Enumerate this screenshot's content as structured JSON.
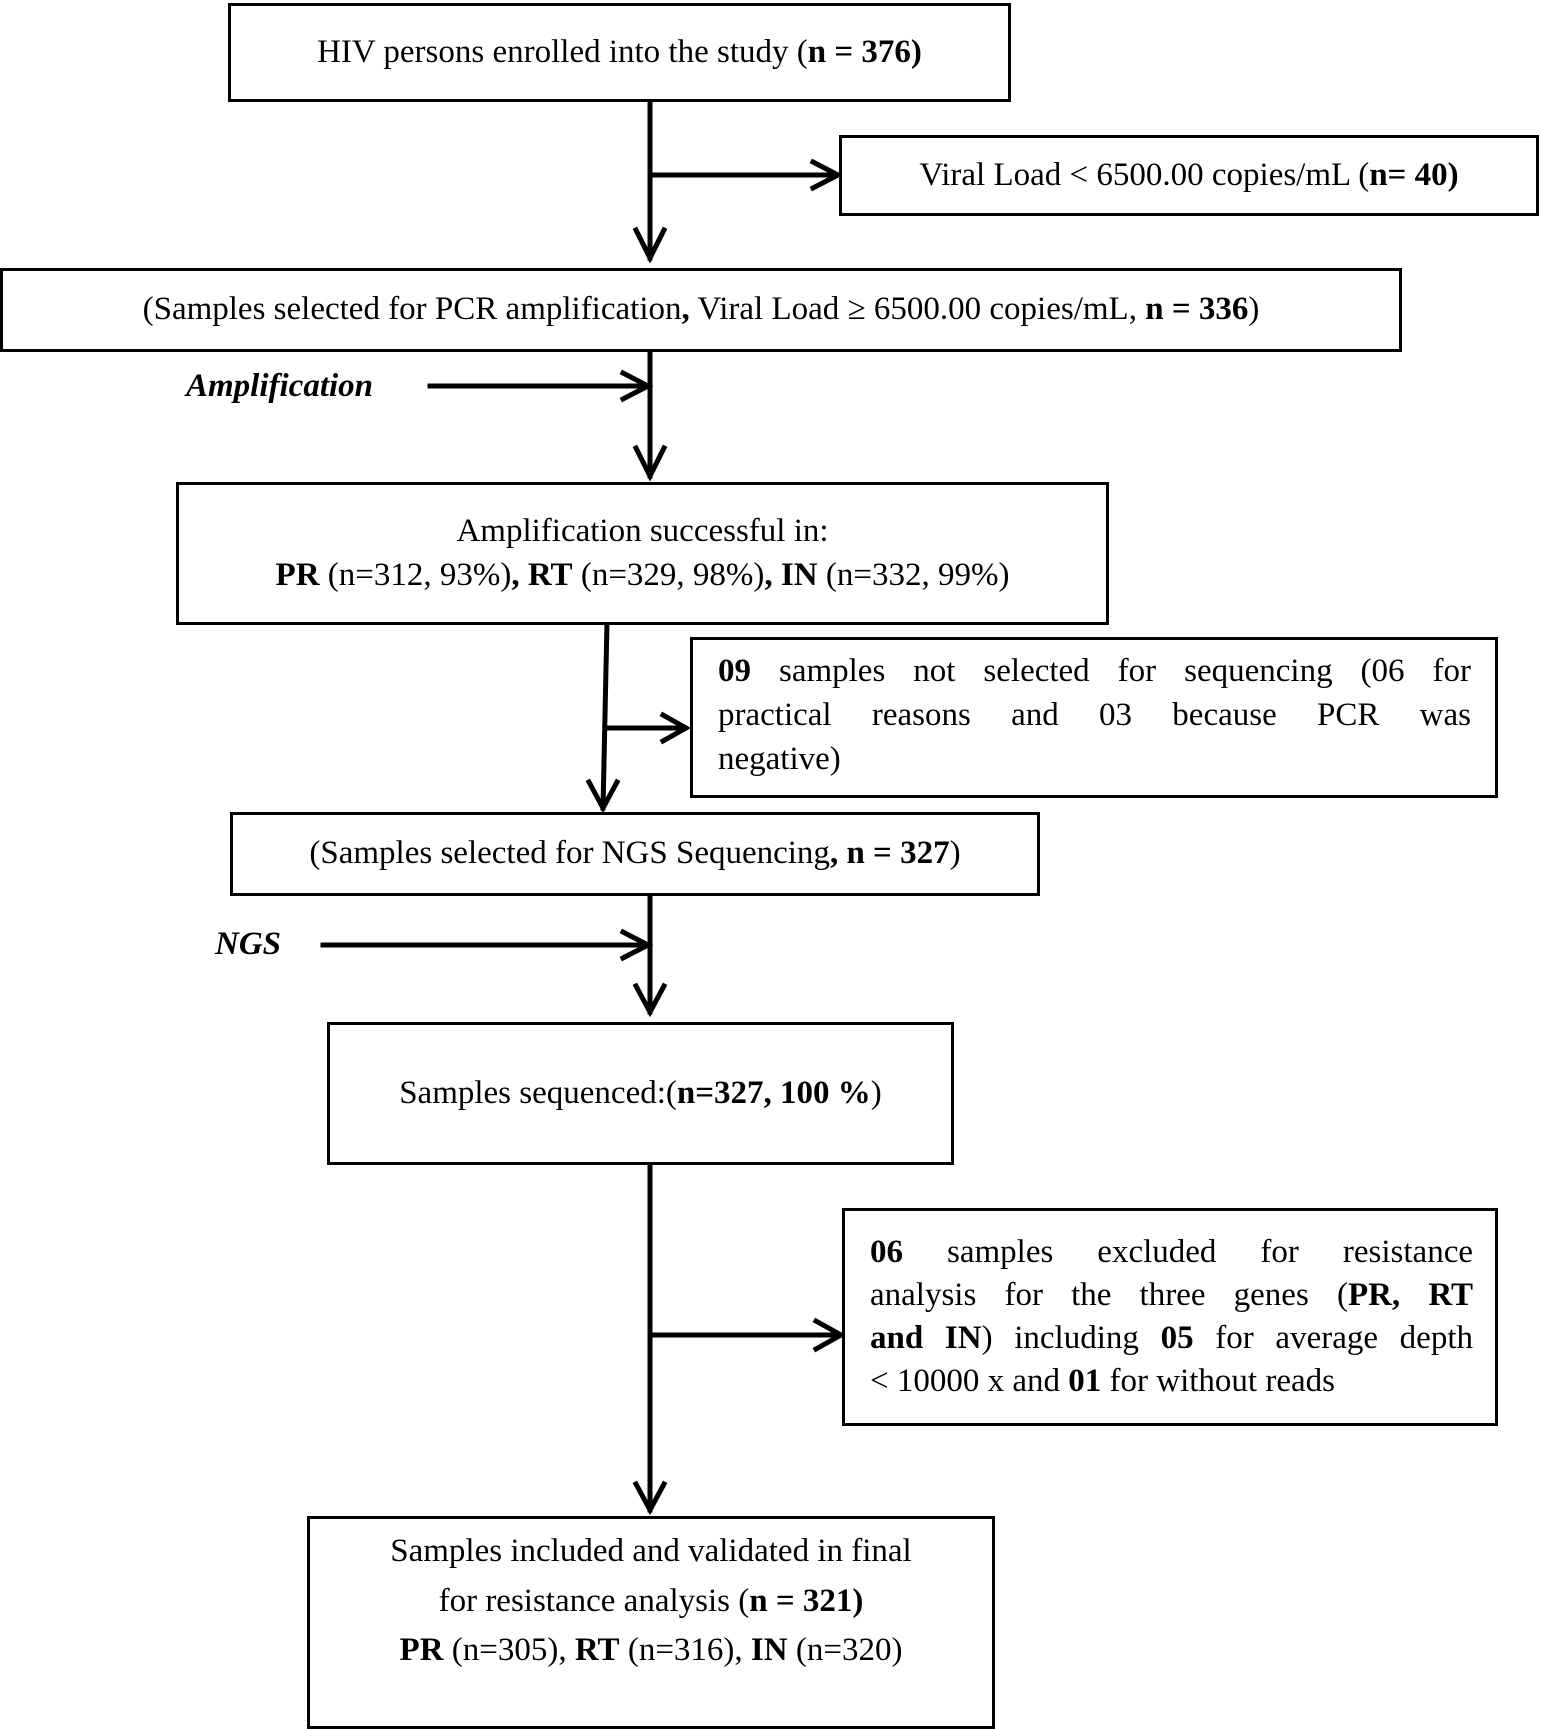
{
  "enrolled": {
    "text": "HIV persons enrolled into the study (",
    "n": "n = 376)"
  },
  "viral_low": {
    "text": "Viral Load < 6500.00 copies/mL (",
    "n": "n= 40)"
  },
  "pcr_selected": {
    "pre": "(Samples selected for PCR amplification",
    "comma": ",",
    "mid": " Viral Load ",
    "ge": "≥",
    "mid2": " 6500.00 copies/mL, ",
    "n": "n = 336",
    "post": ")"
  },
  "amplification_label": "Amplification",
  "amplification_result": {
    "line1": "Amplification successful in:",
    "pr": "PR",
    "pr_val": " (n=312, 93%)",
    "sep1": ", RT",
    "rt_val": " (n=329, 98%)",
    "sep2": ", IN",
    "in_val": " (n=332, 99%)"
  },
  "not_selected": {
    "n": "09",
    "line1_rest": " samples not selected for sequencing (06 for",
    "line2": "practical reasons and 03 because PCR was",
    "line3": "negative)"
  },
  "ngs_selected": {
    "pre": "(Samples selected for NGS Sequencing",
    "comma": ", ",
    "n": "n = 327",
    "post": ")"
  },
  "ngs_label": "NGS",
  "sequenced": {
    "pre": "Samples sequenced:(",
    "n": "n=327, 100 %",
    "post": ")"
  },
  "excluded": {
    "n": "06",
    "line1_rest": " samples excluded for resistance",
    "line2_pre": "analysis for the three genes (",
    "line2_bold": "PR, RT",
    "line3_bold": "and IN",
    "line3_mid": ") including ",
    "line3_n": "05",
    "line3_rest": " for average depth",
    "line4_pre": "< 10000 x and ",
    "line4_n": "01",
    "line4_rest": " for without reads"
  },
  "final": {
    "line1": "Samples included and validated in final",
    "line2_pre": "for resistance analysis (",
    "line2_n": "n = 321)",
    "pr": "PR",
    "pr_val": " (n=305), ",
    "rt": "RT",
    "rt_val": " (n=316), ",
    "in": "IN",
    "in_val": " (n=320)"
  }
}
